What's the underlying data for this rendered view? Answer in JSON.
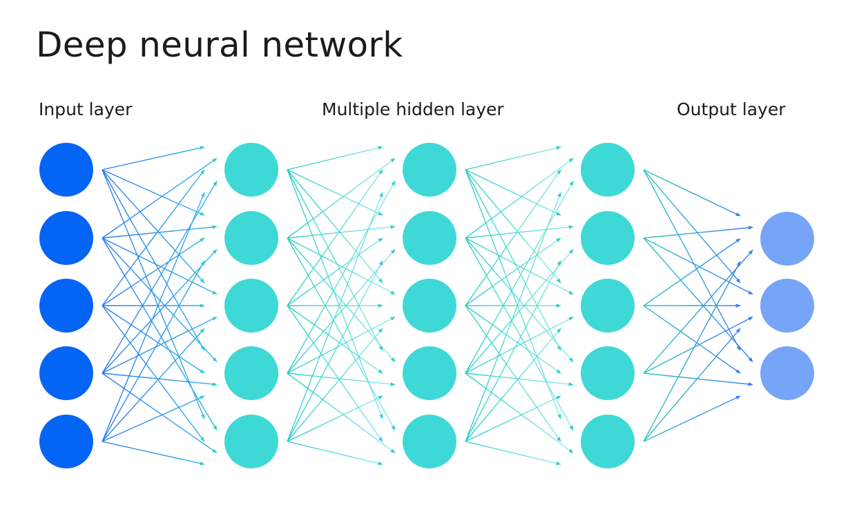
{
  "title": "Deep neural network",
  "labels": {
    "input": "Input layer",
    "hidden": "Multiple hidden layer",
    "output": "Output layer"
  },
  "layers": [
    {
      "role": "input",
      "nodes": 5,
      "color": "#0465f5"
    },
    {
      "role": "hidden",
      "nodes": 5,
      "color": "#3ed9d7"
    },
    {
      "role": "hidden",
      "nodes": 5,
      "color": "#3ed9d7"
    },
    {
      "role": "hidden",
      "nodes": 5,
      "color": "#3ed9d7"
    },
    {
      "role": "output",
      "nodes": 3,
      "color": "#76a5f8"
    }
  ],
  "connections": "fully-connected",
  "colors": {
    "input_edge": "#2f7bef",
    "hidden_edge": "#2ecfc8",
    "output_edge_start": "#2fc6c0",
    "output_edge_end": "#3b7df2"
  }
}
